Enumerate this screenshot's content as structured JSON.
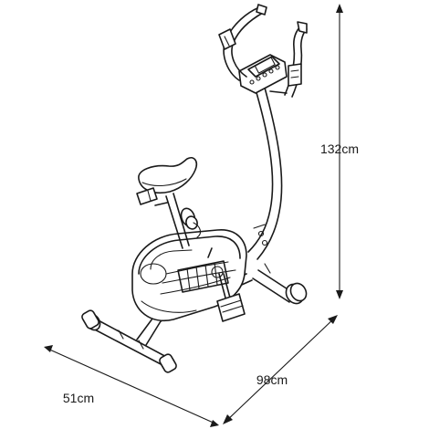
{
  "dimensions": {
    "height": "132cm",
    "length": "98cm",
    "width": "51cm"
  }
}
